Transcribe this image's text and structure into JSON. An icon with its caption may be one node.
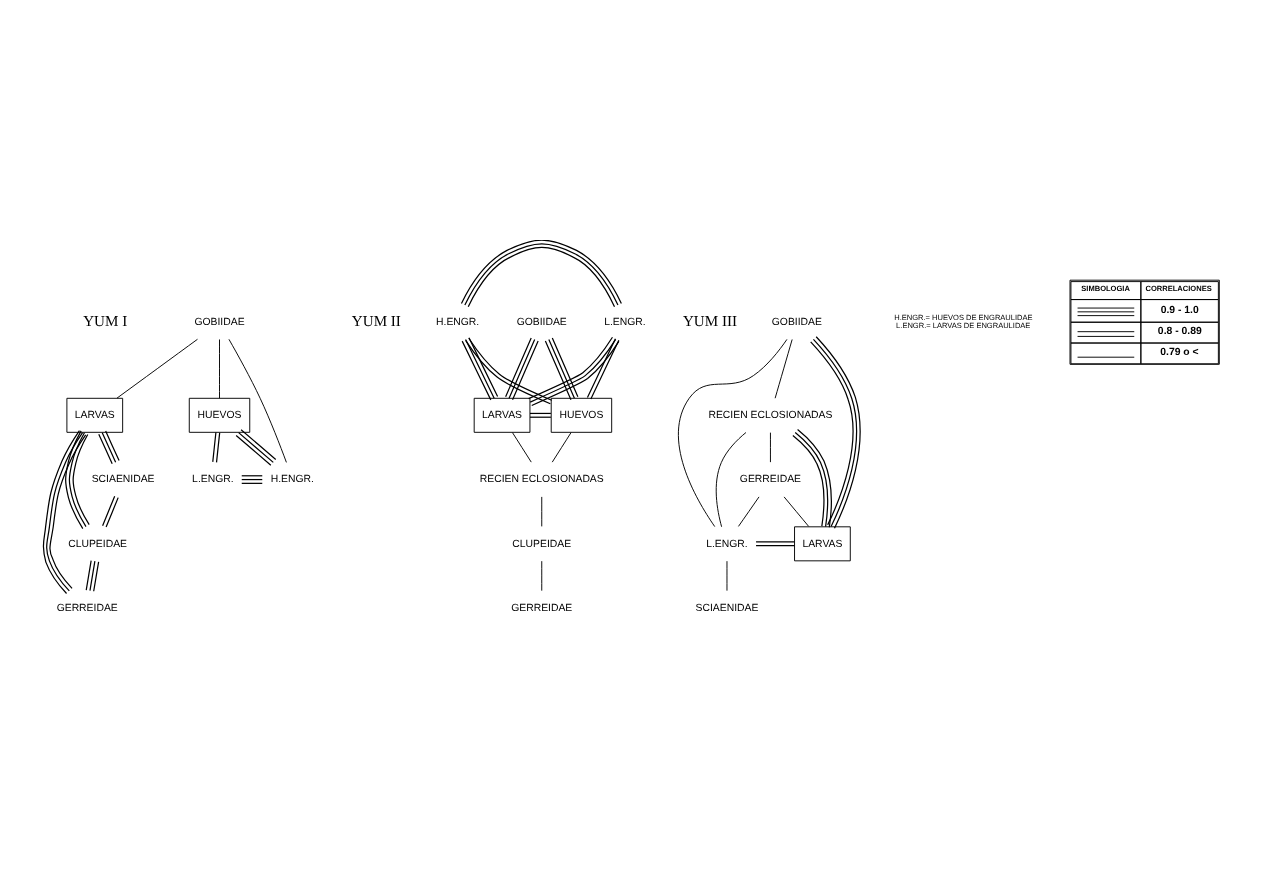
{
  "diagram": {
    "nodes": [
      {
        "text": [
          "GOBIIDAE"
        ]
      },
      {
        "text": [
          "LARVAS"
        ]
      },
      {
        "text": [
          "HUEVOS"
        ]
      },
      {
        "text": [
          "SCIAENIDAE"
        ]
      },
      {
        "text": [
          "H.ENGR."
        ]
      },
      {
        "text": [
          "L.ENGR."
        ]
      },
      {
        "text": [
          "CLUPEIDAE"
        ]
      },
      {
        "text": [
          "GERREIDAE"
        ]
      },
      {
        "text": [
          "GOBIIDAE"
        ]
      },
      {
        "text": [
          "L.ENGR."
        ]
      },
      {
        "text": [
          "H.ENGR."
        ]
      },
      {
        "text": [
          "HUEVOS"
        ]
      },
      {
        "text": [
          "LARVAS"
        ]
      },
      {
        "text": [
          "RECIEN ECLOSIONADAS"
        ]
      },
      {
        "text": [
          "CLUPEIDAE"
        ]
      },
      {
        "text": [
          "GERREIDAE"
        ]
      },
      {
        "text": [
          "GOBIIDAE"
        ]
      },
      {
        "text": [
          "RECIEN ECLOSIONADAS"
        ]
      },
      {
        "text": [
          "GERREIDAE"
        ]
      },
      {
        "text": [
          "L.ENGR."
        ]
      },
      {
        "text": [
          "LARVAS"
        ]
      },
      {
        "text": [
          "SCIAENIDAE"
        ]
      }
    ],
    "edges": [
      {
        "from": 0,
        "to": 1,
        "arrow": "none"
      },
      {
        "from": 0,
        "to": 4,
        "arrow": "none"
      },
      {
        "from": 0,
        "to": 2,
        "arrow": "none"
      },
      {
        "from": 1,
        "to": 3,
        "arrow": "none"
      },
      {
        "from": 1,
        "to": 6,
        "arrow": "none"
      },
      {
        "from": 1,
        "to": 7,
        "arrow": "none"
      },
      {
        "from": 2,
        "to": 4,
        "arrow": "none"
      },
      {
        "from": 2,
        "to": 5,
        "arrow": "none"
      },
      {
        "from": 4,
        "to": 5,
        "arrow": "none"
      },
      {
        "from": 3,
        "to": 6,
        "arrow": "none"
      },
      {
        "from": 6,
        "to": 7,
        "arrow": "none"
      },
      {
        "from": 8,
        "to": 11,
        "arrow": "none"
      },
      {
        "from": 8,
        "to": 12,
        "arrow": "none"
      },
      {
        "from": 9,
        "to": 10,
        "arrow": "none"
      },
      {
        "from": 9,
        "to": 11,
        "arrow": "none"
      },
      {
        "from": 9,
        "to": 12,
        "arrow": "none"
      },
      {
        "from": 10,
        "to": 11,
        "arrow": "none"
      },
      {
        "from": 10,
        "to": 12,
        "arrow": "none"
      },
      {
        "from": 11,
        "to": 12,
        "arrow": "none"
      },
      {
        "from": 11,
        "to": 13,
        "arrow": "none"
      },
      {
        "from": 12,
        "to": 13,
        "arrow": "none"
      },
      {
        "from": 13,
        "to": 14,
        "arrow": "none"
      },
      {
        "from": 14,
        "to": 15,
        "arrow": "none"
      },
      {
        "from": 16,
        "to": 17,
        "arrow": "none"
      },
      {
        "from": 16,
        "to": 19,
        "arrow": "none"
      },
      {
        "from": 16,
        "to": 20,
        "arrow": "none"
      },
      {
        "from": 17,
        "to": 18,
        "arrow": "none"
      },
      {
        "from": 17,
        "to": 19,
        "arrow": "none"
      },
      {
        "from": 17,
        "to": 20,
        "arrow": "none"
      },
      {
        "from": 18,
        "to": 19,
        "arrow": "none"
      },
      {
        "from": 18,
        "to": 20,
        "arrow": "none"
      },
      {
        "from": 19,
        "to": 20,
        "arrow": "none"
      },
      {
        "from": 19,
        "to": 21,
        "arrow": "none"
      }
    ],
    "labels": [
      "YUM I",
      "YUM II",
      "YUM III",
      "SIMBOLOGIA",
      "CORRELACIONES",
      "H.ENGR.= HUEVOS DE ENGRAULIDAE",
      "L.ENGR.= LARVAS DE ENGRAULIDAE"
    ],
    "legend": [
      {
        "text": "0.9 - 1.0"
      },
      {
        "text": "0.8 - 0.89"
      },
      {
        "text": "0.79 o <"
      }
    ]
  }
}
